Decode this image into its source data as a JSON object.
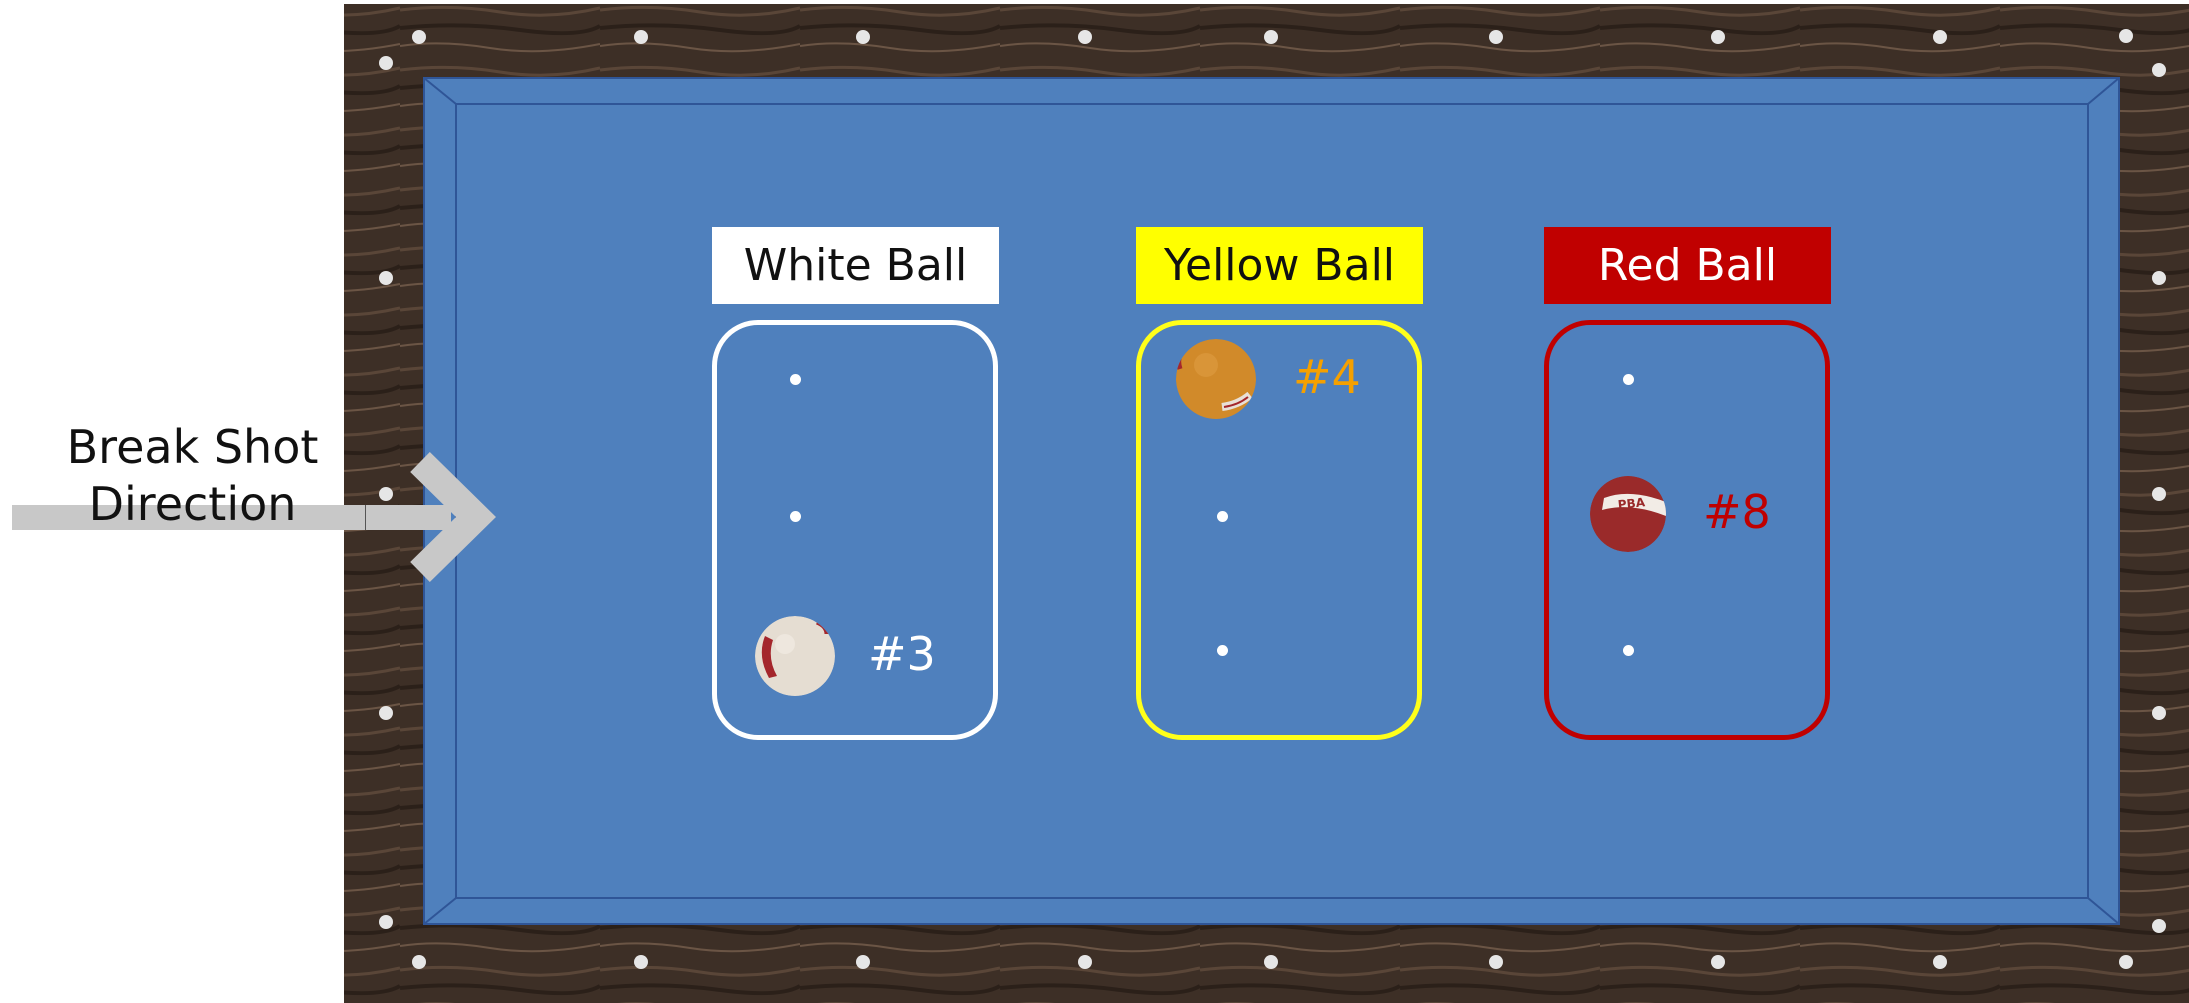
{
  "colors": {
    "felt": "#4f80bd",
    "felt_border": "#2f5597",
    "wood": "#3d2f26",
    "diamond": "#e6e6e6",
    "arrow": "#c8c8c8",
    "white_group": "#ffffff",
    "yellow_group": "#ffff00",
    "red_group": "#c00000",
    "yellow_number": "#f5a000",
    "red_number": "#c00000"
  },
  "break_shot": {
    "line1": "Break Shot",
    "line2": "Direction",
    "icon": "arrow-right-icon"
  },
  "groups": [
    {
      "label": "White Ball",
      "number": "#3",
      "icon": "white-cue-ball-icon"
    },
    {
      "label": "Yellow Ball",
      "number": "#4",
      "icon": "yellow-ball-icon"
    },
    {
      "label": "Red Ball",
      "number": "#8",
      "icon": "red-ball-icon",
      "ball_text": "PBA"
    }
  ]
}
